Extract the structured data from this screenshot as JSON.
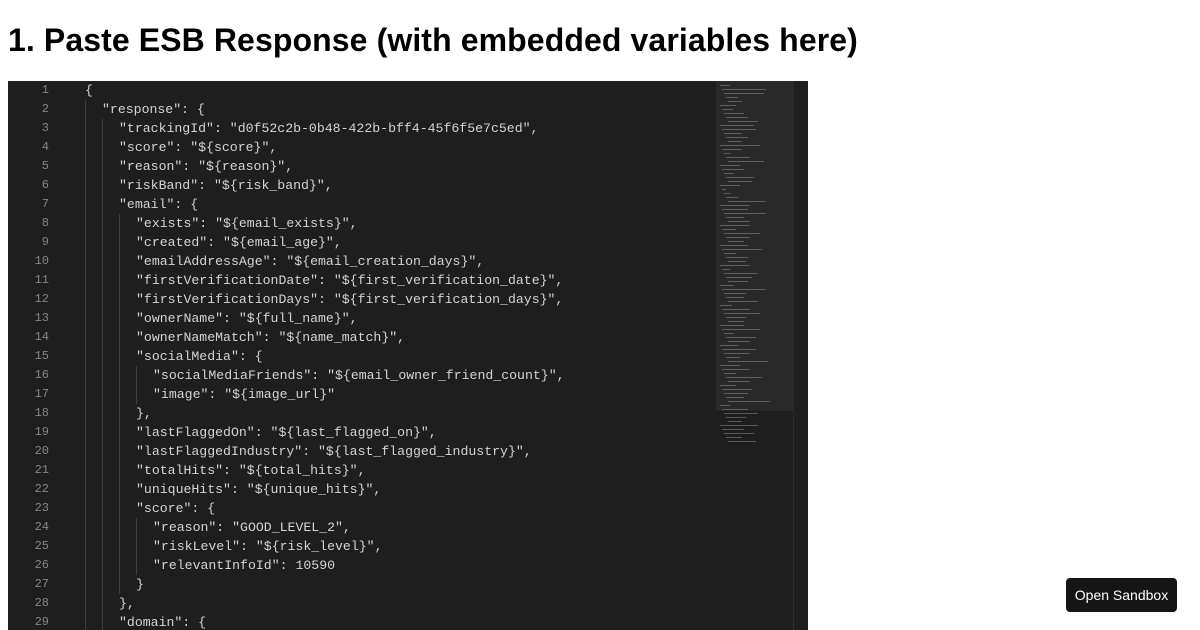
{
  "page": {
    "title": "1. Paste ESB Response (with embedded variables here)"
  },
  "editor": {
    "lines": [
      {
        "num": "1",
        "indent": 0,
        "text": "{"
      },
      {
        "num": "2",
        "indent": 1,
        "text": "\"response\": {"
      },
      {
        "num": "3",
        "indent": 2,
        "text": "\"trackingId\": \"d0f52c2b-0b48-422b-bff4-45f6f5e7c5ed\","
      },
      {
        "num": "4",
        "indent": 2,
        "text": "\"score\": \"${score}\","
      },
      {
        "num": "5",
        "indent": 2,
        "text": "\"reason\": \"${reason}\","
      },
      {
        "num": "6",
        "indent": 2,
        "text": "\"riskBand\": \"${risk_band}\","
      },
      {
        "num": "7",
        "indent": 2,
        "text": "\"email\": {"
      },
      {
        "num": "8",
        "indent": 3,
        "text": "\"exists\": \"${email_exists}\","
      },
      {
        "num": "9",
        "indent": 3,
        "text": "\"created\": \"${email_age}\","
      },
      {
        "num": "10",
        "indent": 3,
        "text": "\"emailAddressAge\": \"${email_creation_days}\","
      },
      {
        "num": "11",
        "indent": 3,
        "text": "\"firstVerificationDate\": \"${first_verification_date}\","
      },
      {
        "num": "12",
        "indent": 3,
        "text": "\"firstVerificationDays\": \"${first_verification_days}\","
      },
      {
        "num": "13",
        "indent": 3,
        "text": "\"ownerName\": \"${full_name}\","
      },
      {
        "num": "14",
        "indent": 3,
        "text": "\"ownerNameMatch\": \"${name_match}\","
      },
      {
        "num": "15",
        "indent": 3,
        "text": "\"socialMedia\": {"
      },
      {
        "num": "16",
        "indent": 4,
        "text": "\"socialMediaFriends\": \"${email_owner_friend_count}\","
      },
      {
        "num": "17",
        "indent": 4,
        "text": "\"image\": \"${image_url}\""
      },
      {
        "num": "18",
        "indent": 3,
        "text": "},"
      },
      {
        "num": "19",
        "indent": 3,
        "text": "\"lastFlaggedOn\": \"${last_flagged_on}\","
      },
      {
        "num": "20",
        "indent": 3,
        "text": "\"lastFlaggedIndustry\": \"${last_flagged_industry}\","
      },
      {
        "num": "21",
        "indent": 3,
        "text": "\"totalHits\": \"${total_hits}\","
      },
      {
        "num": "22",
        "indent": 3,
        "text": "\"uniqueHits\": \"${unique_hits}\","
      },
      {
        "num": "23",
        "indent": 3,
        "text": "\"score\": {"
      },
      {
        "num": "24",
        "indent": 4,
        "text": "\"reason\": \"GOOD_LEVEL_2\","
      },
      {
        "num": "25",
        "indent": 4,
        "text": "\"riskLevel\": \"${risk_level}\","
      },
      {
        "num": "26",
        "indent": 4,
        "text": "\"relevantInfoId\": 10590"
      },
      {
        "num": "27",
        "indent": 3,
        "text": "}"
      },
      {
        "num": "28",
        "indent": 2,
        "text": "},"
      },
      {
        "num": "29",
        "indent": 2,
        "text": "\"domain\": {"
      }
    ]
  },
  "sandbox_button": {
    "label": "Open Sandbox"
  }
}
